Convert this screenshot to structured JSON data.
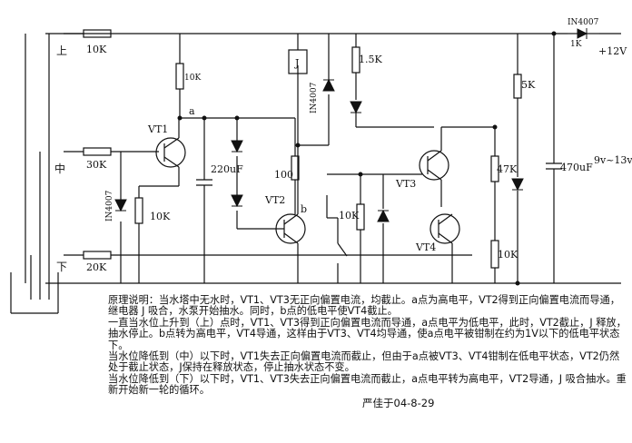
{
  "schematic": {
    "probe_labels": {
      "top": "上",
      "middle": "中",
      "bottom": "下"
    },
    "node_labels": {
      "a": "a",
      "b": "b"
    },
    "transistors": {
      "vt1": "VT1",
      "vt2": "VT2",
      "vt3": "VT3",
      "vt4": "VT4"
    },
    "resistors": {
      "r_top": "10K",
      "r_mid": "30K",
      "r_bot": "20K",
      "r_vt1_base": "10K",
      "r_vt1_emitter": "10K",
      "r_led1": "1.5K",
      "r_100": "100",
      "r_b": "10K",
      "r_47k": "47K",
      "r_5k": "5K",
      "r_vt4": "10K"
    },
    "capacitors": {
      "c_220": "220uF",
      "c_470": "470uF"
    },
    "diodes": {
      "d_mid": "IN4007",
      "d_relay": "IN4007",
      "d_power": "IN4007"
    },
    "relay": "J",
    "power": {
      "plus": "+12V",
      "range": "9v~13v",
      "r_power": "1K"
    }
  },
  "description": {
    "paragraphs": [
      "原理说明：当水塔中无水时，VT1、VT3无正向偏置电流，均截止。a点为高电平，VT2得到正向偏置电流而导通，继电器 J 吸合，水泵开始抽水。同时，b点的低电平使VT4截止。",
      "一直当水位上升到（上）点时，VT1、VT3得到正向偏置电流而导通，a点电平为低电平，此时，VT2截止，J 释放，抽水停止。b点转为高电平，VT4导通，这样由于VT3、VT4均导通，使a点电平被钳制在约为1V以下的低电平状态下。",
      "当水位降低到（中）以下时，VT1失去正向偏置电流而截止，但由于a点被VT3、VT4钳制在低电平状态，VT2仍然处于截止状态，J保持在释放状态，停止抽水状态不变。",
      "当水位降低到（下）以下时，VT1、VT3失去正向偏置电流而截止，a点电平转为高电平，VT2导通，J 吸合抽水。重新开始新一轮的循环。"
    ],
    "author": "严佳于04-8-29"
  }
}
